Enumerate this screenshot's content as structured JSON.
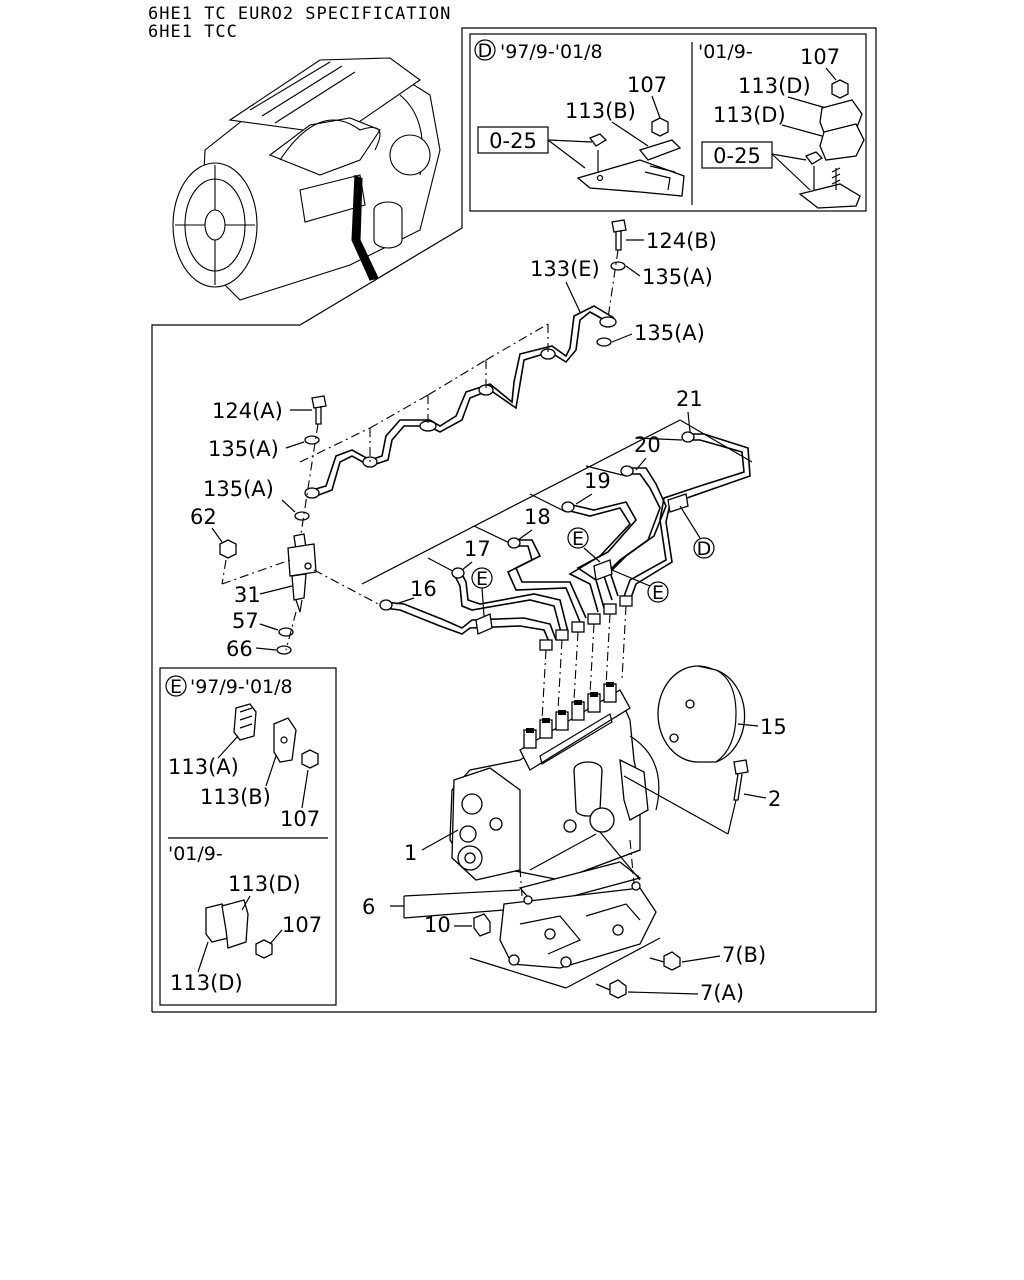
{
  "header": {
    "line1": "6HE1 TC EURO2 SPECIFICATION",
    "line2": "6HE1 TCC"
  },
  "inset_d": {
    "marker": "D",
    "period_left": "'97/9-'01/8",
    "period_right": "'01/9-",
    "left_parts": {
      "nut": "107",
      "clip": "113(B)",
      "torque": "0-25"
    },
    "right_parts": {
      "nut": "107",
      "clip_upper": "113(D)",
      "clip_lower": "113(D)",
      "torque": "0-25"
    }
  },
  "inset_e": {
    "marker": "E",
    "period_top": "'97/9-'01/8",
    "period_bottom": "'01/9-",
    "top_parts": {
      "clip_a": "113(A)",
      "clip_b": "113(B)",
      "nut": "107"
    },
    "bottom_parts": {
      "clip_upper": "113(D)",
      "nut": "107",
      "clip_lower": "113(D)"
    }
  },
  "callouts": {
    "p124b": "124(B)",
    "p133e": "133(E)",
    "p135a_1": "135(A)",
    "p135a_2": "135(A)",
    "p124a": "124(A)",
    "p135a_3": "135(A)",
    "p135a_4": "135(A)",
    "p62": "62",
    "p31": "31",
    "p57": "57",
    "p66": "66",
    "p21": "21",
    "p20": "20",
    "p19": "19",
    "p18": "18",
    "p17": "17",
    "p16": "16",
    "mark_d": "D",
    "mark_e1": "E",
    "mark_e2": "E",
    "mark_e3": "E",
    "p15": "15",
    "p2": "2",
    "p1": "1",
    "p6": "6",
    "p10": "10",
    "p7b": "7(B)",
    "p7a": "7(A)"
  }
}
